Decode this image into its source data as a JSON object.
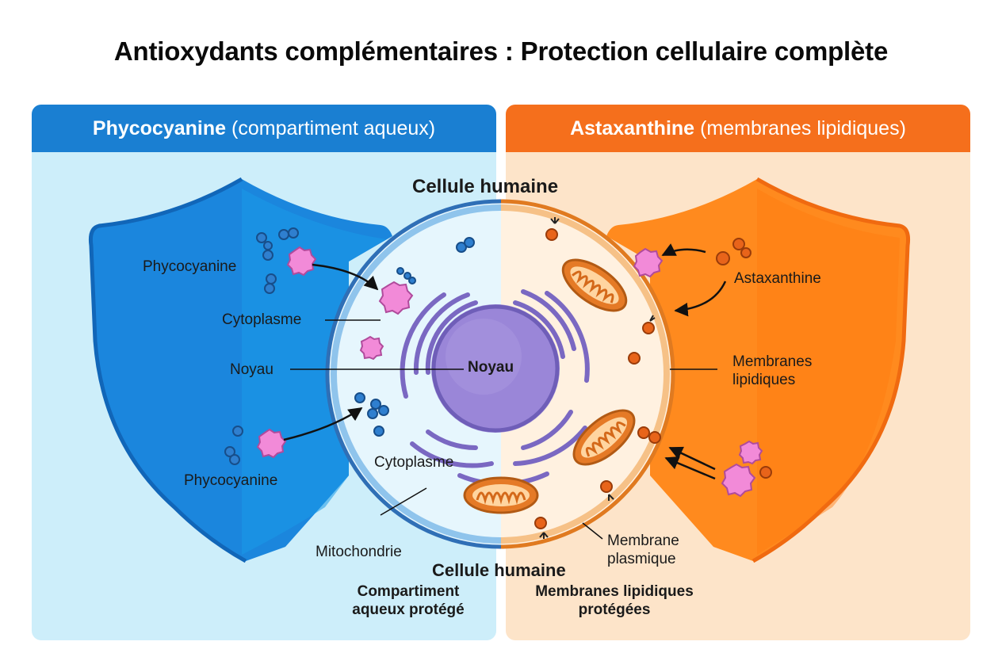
{
  "title": "Antioxydants complémentaires : Protection cellulaire complète",
  "left_panel": {
    "name": "Phycocyanine",
    "subtitle": "(compartiment aqueux)",
    "color": "#1a7fd2",
    "footer": "Compartiment aqueux protégé"
  },
  "right_panel": {
    "name": "Astaxanthine",
    "subtitle": "(membranes lipidiques)",
    "color": "#f56f1c",
    "footer": "Membranes lipidiques protégées"
  },
  "cell": {
    "title_top": "Cellule humaine",
    "title_bottom": "Cellule humaine",
    "nucleus_label": "Noyau"
  },
  "labels": {
    "phycocyanine_top": "Phycocyanine",
    "phycocyanine_bottom": "Phycocyanine",
    "cytoplasme_left": "Cytoplasme",
    "noyau_left": "Noyau",
    "cytoplasme_inner": "Cytoplasme",
    "mitochondrie": "Mitochondrie",
    "astaxanthine": "Astaxanthine",
    "membranes_lipidiques": "Membranes lipidiques",
    "membrane_plasmique": "Membrane plasmique"
  },
  "colors": {
    "shield_blue": "#1b86dd",
    "shield_orange": "#ff8a1e",
    "mitochondria": "#e07a25",
    "phycocyanine_molecule": "#f28ad8",
    "astaxanthine_molecule": "#e8641a"
  }
}
